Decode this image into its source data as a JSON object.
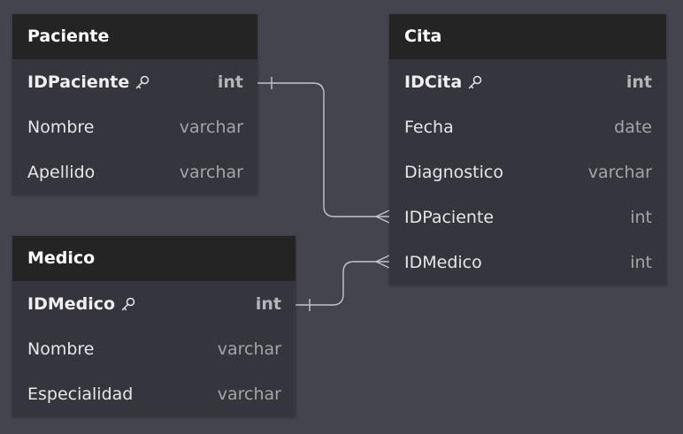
{
  "colors": {
    "background": "#44444e",
    "table_body": "#35353d",
    "table_header": "#242424",
    "connector": "#c4c4ca"
  },
  "tables": {
    "paciente": {
      "name": "Paciente",
      "fields": [
        {
          "name": "IDPaciente",
          "type": "int",
          "primary_key": true
        },
        {
          "name": "Nombre",
          "type": "varchar",
          "primary_key": false
        },
        {
          "name": "Apellido",
          "type": "varchar",
          "primary_key": false
        }
      ]
    },
    "cita": {
      "name": "Cita",
      "fields": [
        {
          "name": "IDCita",
          "type": "int",
          "primary_key": true
        },
        {
          "name": "Fecha",
          "type": "date",
          "primary_key": false
        },
        {
          "name": "Diagnostico",
          "type": "varchar",
          "primary_key": false
        },
        {
          "name": "IDPaciente",
          "type": "int",
          "primary_key": false
        },
        {
          "name": "IDMedico",
          "type": "int",
          "primary_key": false
        }
      ]
    },
    "medico": {
      "name": "Medico",
      "fields": [
        {
          "name": "IDMedico",
          "type": "int",
          "primary_key": true
        },
        {
          "name": "Nombre",
          "type": "varchar",
          "primary_key": false
        },
        {
          "name": "Especialidad",
          "type": "varchar",
          "primary_key": false
        }
      ]
    }
  },
  "relationships": [
    {
      "from": "Paciente.IDPaciente",
      "to": "Cita.IDPaciente",
      "from_cardinality": "one",
      "to_cardinality": "many"
    },
    {
      "from": "Medico.IDMedico",
      "to": "Cita.IDMedico",
      "from_cardinality": "one",
      "to_cardinality": "many"
    }
  ]
}
